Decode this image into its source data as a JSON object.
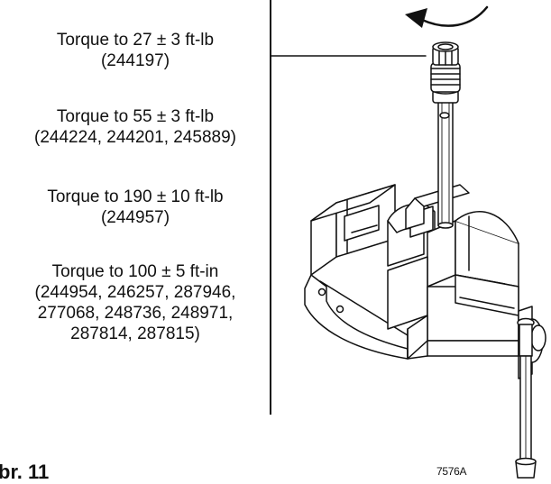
{
  "specs": [
    {
      "lines": [
        "Torque to 27 ± 3 ft-lb",
        "(244197)"
      ]
    },
    {
      "lines": [
        "Torque to 55 ± 3 ft-lb",
        "(244224, 244201, 245889)"
      ]
    },
    {
      "lines": [
        "Torque to 190 ± 10 ft-lb",
        "(244957)"
      ]
    },
    {
      "lines": [
        "Torque to 100 ± 5 ft-in",
        "(244954, 246257, 287946,",
        "277068, 248736, 248971,",
        "287814, 287815)"
      ]
    }
  ],
  "figure_label": "br. 11",
  "drawing_id": "7576A",
  "icons": [
    "rotation-arrow-icon",
    "vise-icon",
    "fitting-icon"
  ],
  "colors": {
    "line": "#111111",
    "background": "#ffffff"
  }
}
